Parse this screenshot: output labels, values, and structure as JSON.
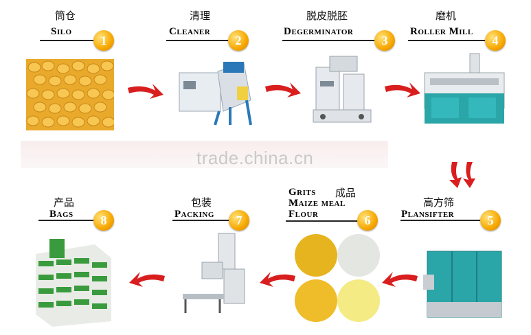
{
  "steps": [
    {
      "cn": "筒仓",
      "en": "Silo",
      "num": "1"
    },
    {
      "cn": "清理",
      "en": "Cleaner",
      "num": "2"
    },
    {
      "cn": "脱皮脱胚",
      "en": "Degerminator",
      "num": "3"
    },
    {
      "cn": "磨机",
      "en": "Roller Mill",
      "num": "4"
    },
    {
      "cn": "高方筛",
      "en": "Plansifter",
      "num": "5"
    },
    {
      "cn": "成品",
      "en1": "Grits",
      "en2": "Maize meal",
      "en3": "Flour",
      "num": "6"
    },
    {
      "cn": "包装",
      "en": "Packing",
      "num": "7"
    },
    {
      "cn": "产品",
      "en": "Bags",
      "num": "8"
    }
  ],
  "watermark": "trade.china.cn",
  "icons": {
    "arrow": "red-curved-arrow-icon"
  },
  "colors": {
    "badge": "#f7a800",
    "arrow": "#d81e1e",
    "machine_teal": "#2aa5a8"
  }
}
